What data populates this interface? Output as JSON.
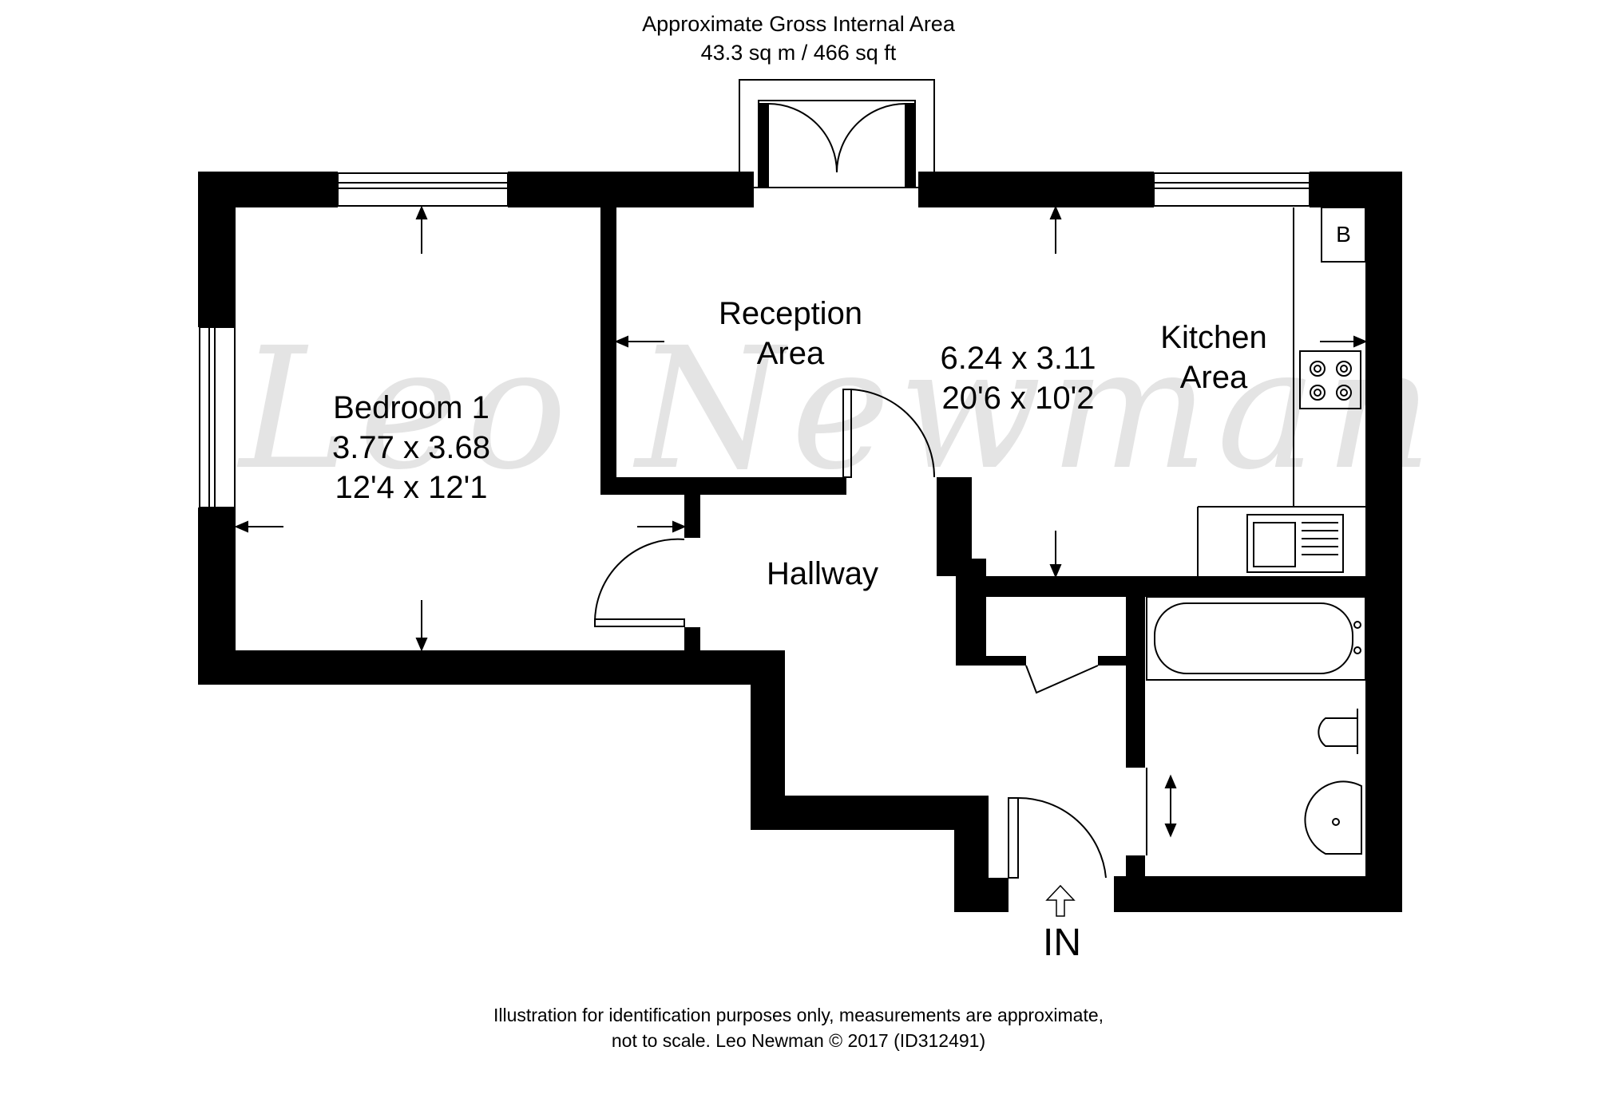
{
  "header": {
    "area_title": "Approximate Gross Internal Area",
    "area_value": "43.3 sq m / 466 sq ft"
  },
  "watermark": "Leo Newman",
  "rooms": {
    "bedroom": {
      "name": "Bedroom 1",
      "metric": "3.77 x 3.68",
      "imperial": "12'4 x 12'1"
    },
    "reception": {
      "line1": "Reception",
      "line2": "Area"
    },
    "living_dims": {
      "metric": "6.24 x 3.11",
      "imperial": "20'6 x 10'2"
    },
    "kitchen": {
      "line1": "Kitchen",
      "line2": "Area"
    },
    "hallway": {
      "name": "Hallway"
    },
    "boiler": {
      "label": "B"
    }
  },
  "entrance": {
    "label": "IN"
  },
  "footer": {
    "line1": "Illustration for identification purposes only, measurements are approximate,",
    "line2": "not to scale. Leo Newman © 2017 (ID312491)"
  },
  "colors": {
    "wall": "#000000",
    "background": "#ffffff",
    "watermark": "#e4e4e4"
  }
}
